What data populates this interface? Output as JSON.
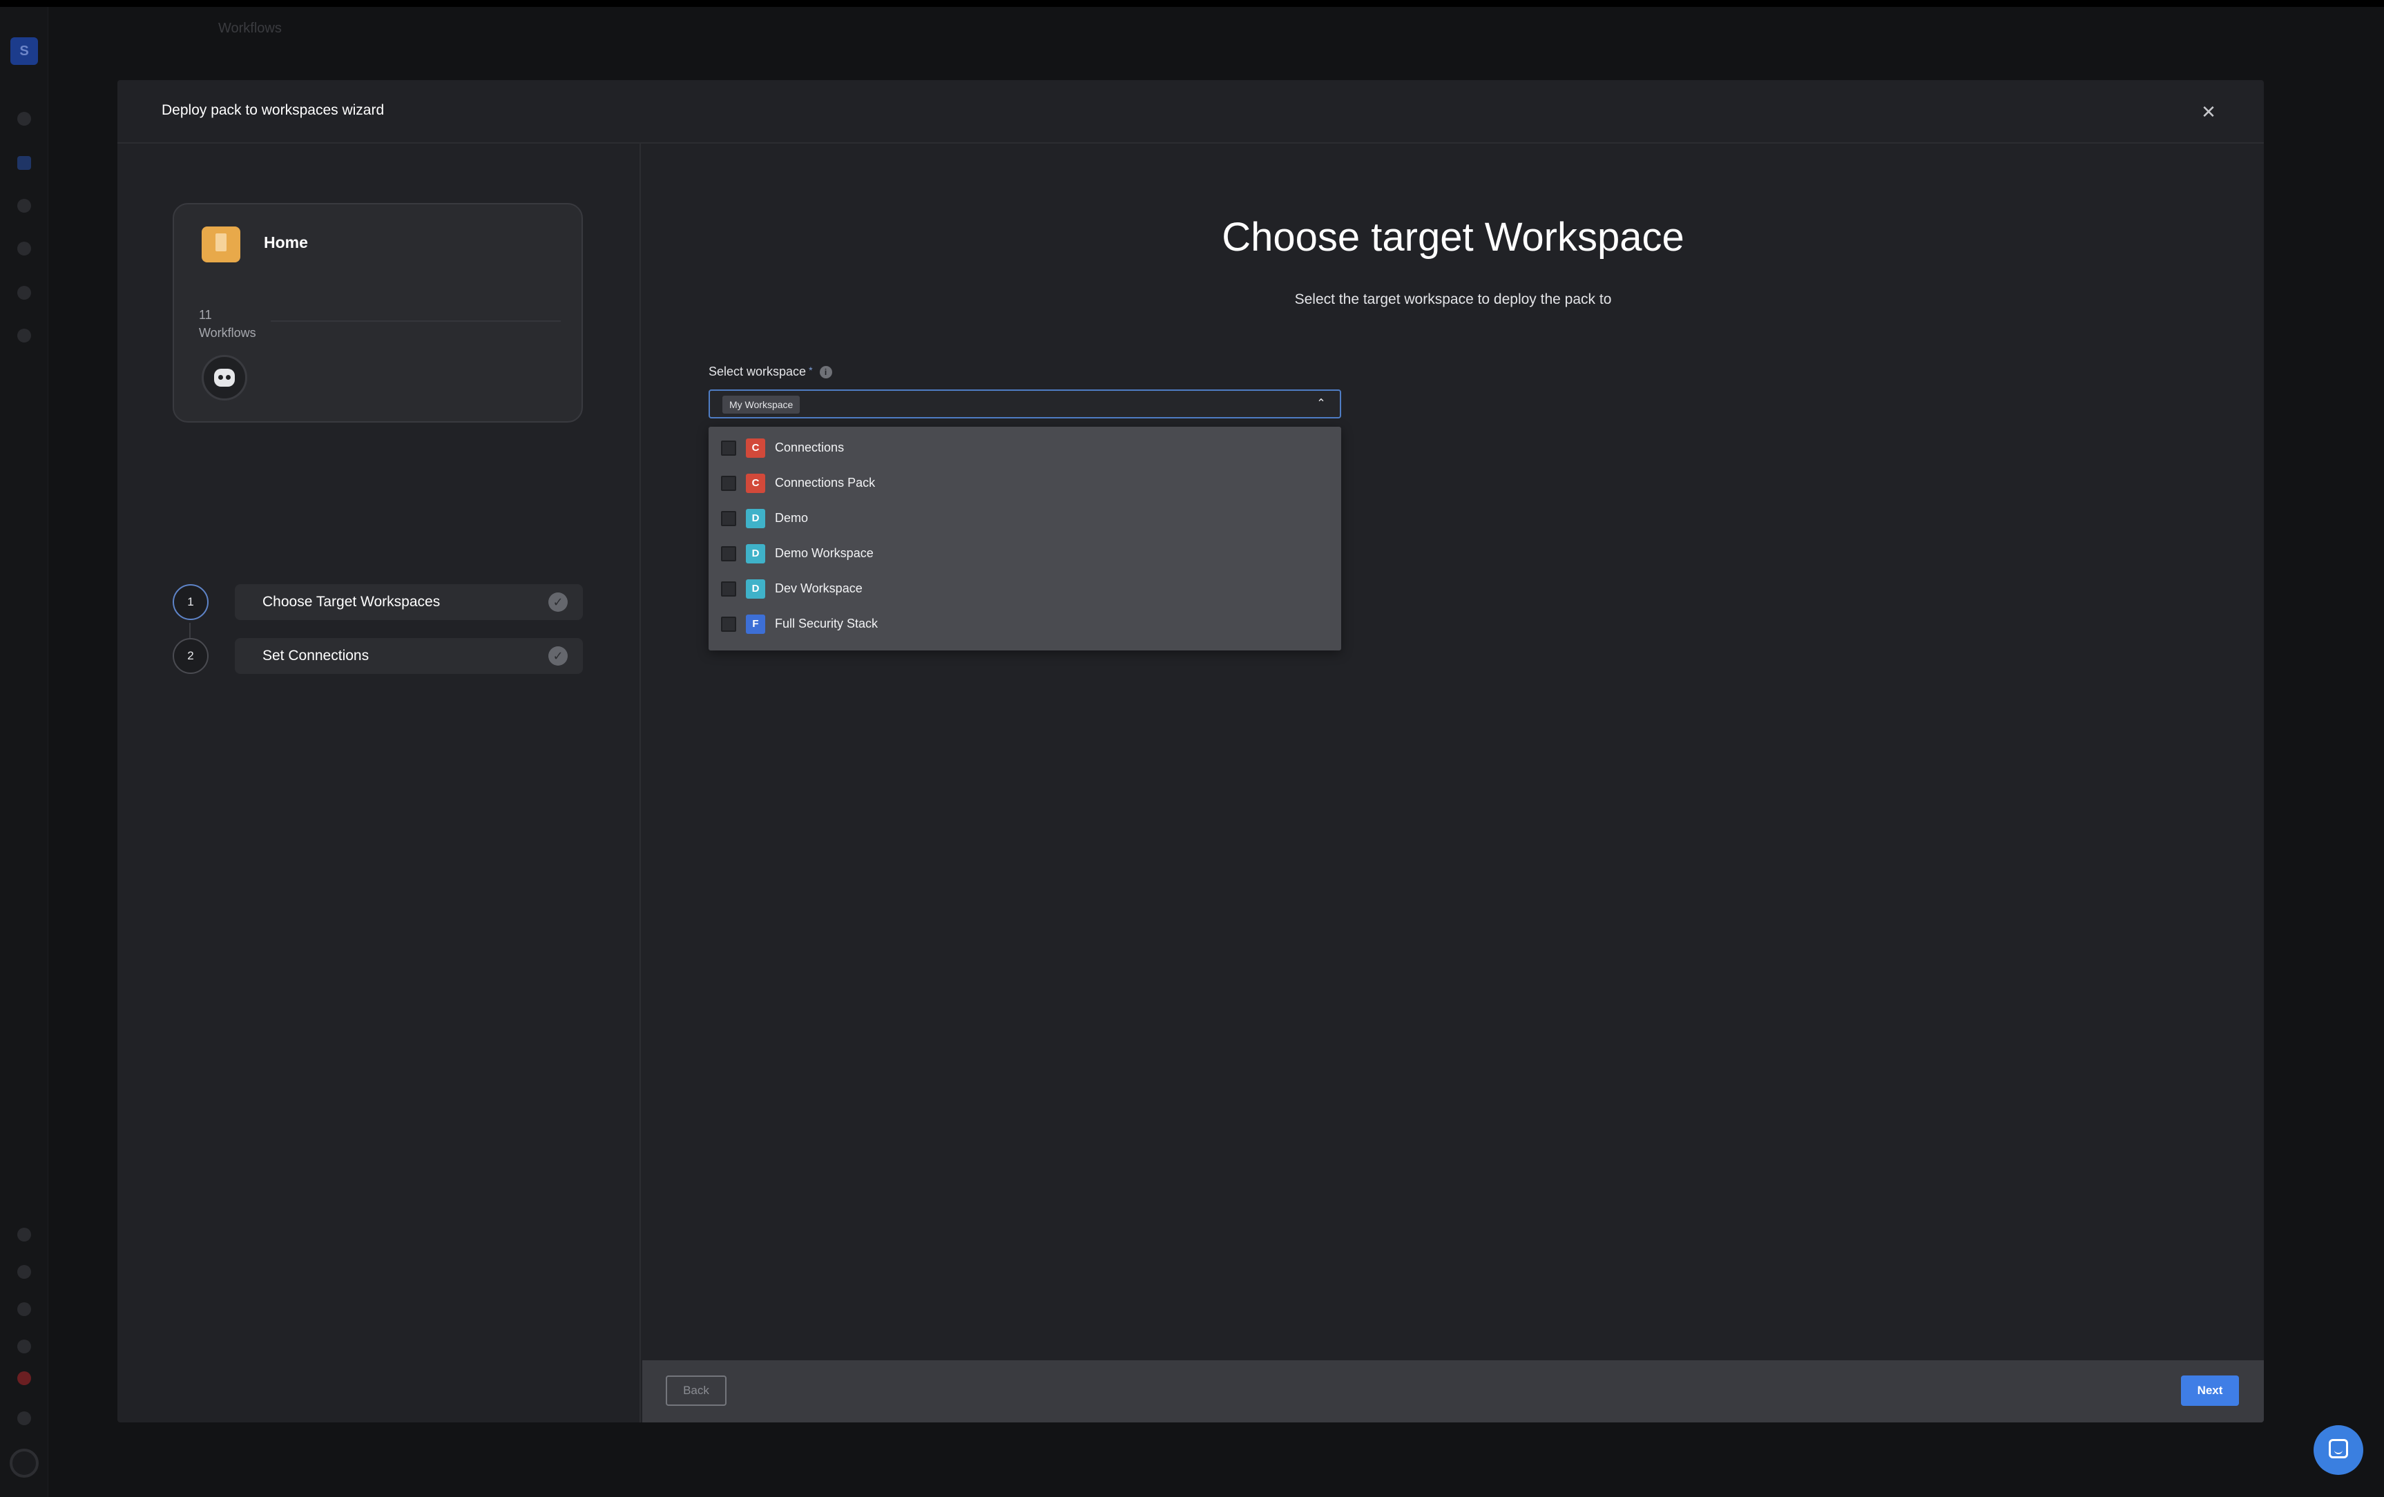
{
  "background": {
    "page_title": "Workflows",
    "logo_letter": "S"
  },
  "modal": {
    "title": "Deploy pack to workspaces wizard",
    "close_icon": "close-icon"
  },
  "pack": {
    "name": "Home",
    "count": "11",
    "count_label": "Workflows"
  },
  "steps": [
    {
      "number": "1",
      "label": "Choose Target Workspaces"
    },
    {
      "number": "2",
      "label": "Set Connections"
    }
  ],
  "main": {
    "title": "Choose target Workspace",
    "subtitle": "Select the target workspace to deploy the pack to"
  },
  "field": {
    "label": "Select workspace",
    "required_mark": "*",
    "info_glyph": "i",
    "selected_chip": "My Workspace"
  },
  "options": [
    {
      "letter": "C",
      "label": "Connections",
      "color": "#d2493a"
    },
    {
      "letter": "C",
      "label": "Connections Pack",
      "color": "#d2493a"
    },
    {
      "letter": "D",
      "label": "Demo",
      "color": "#3fb2c9"
    },
    {
      "letter": "D",
      "label": "Demo Workspace",
      "color": "#3fb2c9"
    },
    {
      "letter": "D",
      "label": "Dev Workspace",
      "color": "#3fb2c9"
    },
    {
      "letter": "F",
      "label": "Full Security Stack",
      "color": "#3d6fd6"
    }
  ],
  "footer": {
    "back_label": "Back",
    "next_label": "Next"
  },
  "colors": {
    "accent": "#3f7ee6",
    "select_border": "#4f7dc4"
  }
}
